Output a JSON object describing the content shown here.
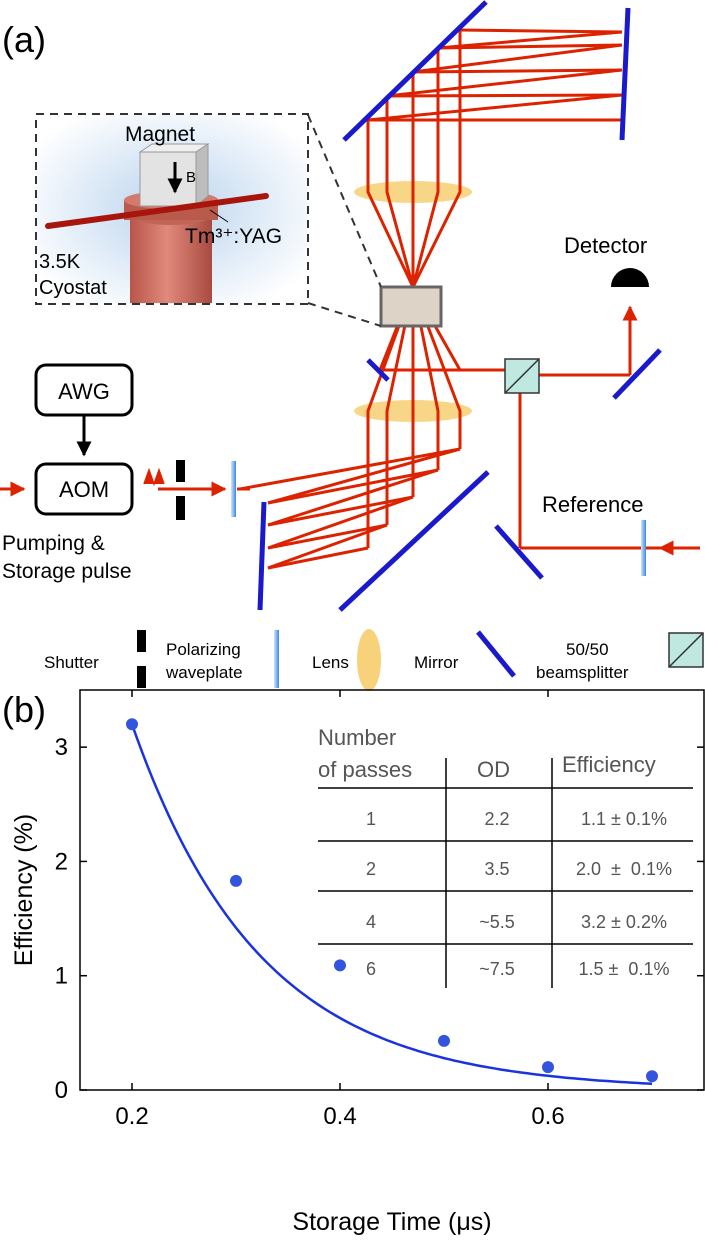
{
  "panel_a": {
    "label": "(a)",
    "inset": {
      "magnet": "Magnet",
      "field": "B",
      "crystal": "Tm³⁺:YAG",
      "cryostat_line1": "3.5K",
      "cryostat_line2": "Cyostat"
    },
    "detector": "Detector",
    "awg": "AWG",
    "aom": "AOM",
    "reference": "Reference",
    "pumping_line1": "Pumping &",
    "pumping_line2": "Storage pulse",
    "legend": {
      "shutter": "Shutter",
      "waveplate_line1": "Polarizing",
      "waveplate_line2": "waveplate",
      "lens": "Lens",
      "mirror": "Mirror",
      "bs_line1": "50/50",
      "bs_line2": "beamsplitter"
    },
    "colors": {
      "beam": "#dd2200",
      "mirror": "#1a1acc",
      "lens": "#f7d27a",
      "crystal": "#ddd3c6",
      "beamsplitter": "#bfe8e0"
    }
  },
  "panel_b": {
    "label": "(b)",
    "table": {
      "headers": [
        "Number\nof passes",
        "OD",
        "Efficiency"
      ],
      "rows": [
        [
          "1",
          "2.2",
          "1.1 ± 0.1%"
        ],
        [
          "2",
          "3.5",
          "2.0  ±  0.1%"
        ],
        [
          "4",
          "~5.5",
          "3.2 ± 0.2%"
        ],
        [
          "6",
          "~7.5",
          "1.5 ±  0.1%"
        ]
      ]
    }
  },
  "chart_data": {
    "type": "scatter",
    "xlabel": "Storage Time (μs)",
    "ylabel": "Efficiency (%)",
    "xlim": [
      0.15,
      0.75
    ],
    "ylim": [
      0,
      3.5
    ],
    "xticks": [
      0.2,
      0.4,
      0.6
    ],
    "yticks": [
      0,
      1,
      2,
      3
    ],
    "grid": false,
    "series": [
      {
        "x": [
          0.2,
          0.3,
          0.4,
          0.5,
          0.6,
          0.7
        ],
        "y": [
          3.2,
          1.83,
          1.09,
          0.43,
          0.2,
          0.12
        ],
        "color": "#3355dd"
      }
    ],
    "fit": {
      "curve": "exponential decay",
      "color": "#1a33dd"
    }
  }
}
